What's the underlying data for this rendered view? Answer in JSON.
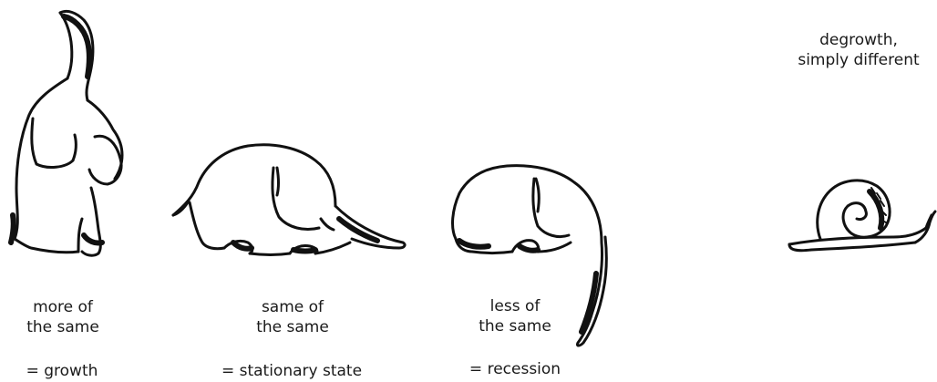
{
  "panels": [
    {
      "id": "growth",
      "icon": "upright-elephant-icon",
      "label_line1": "more of",
      "label_line2": "the same",
      "equation": "= growth"
    },
    {
      "id": "stationary",
      "icon": "crouching-elephant-icon",
      "label_line1": "same of",
      "label_line2": "the same",
      "equation": "= stationary state"
    },
    {
      "id": "recession",
      "icon": "bent-elephant-icon",
      "label_line1": "less of",
      "label_line2": "the same",
      "equation": "= recession"
    },
    {
      "id": "degrowth",
      "icon": "snail-icon",
      "label_line1": "degrowth,",
      "label_line2": "simply different"
    }
  ],
  "colors": {
    "ink": "#111111",
    "background": "#ffffff"
  }
}
